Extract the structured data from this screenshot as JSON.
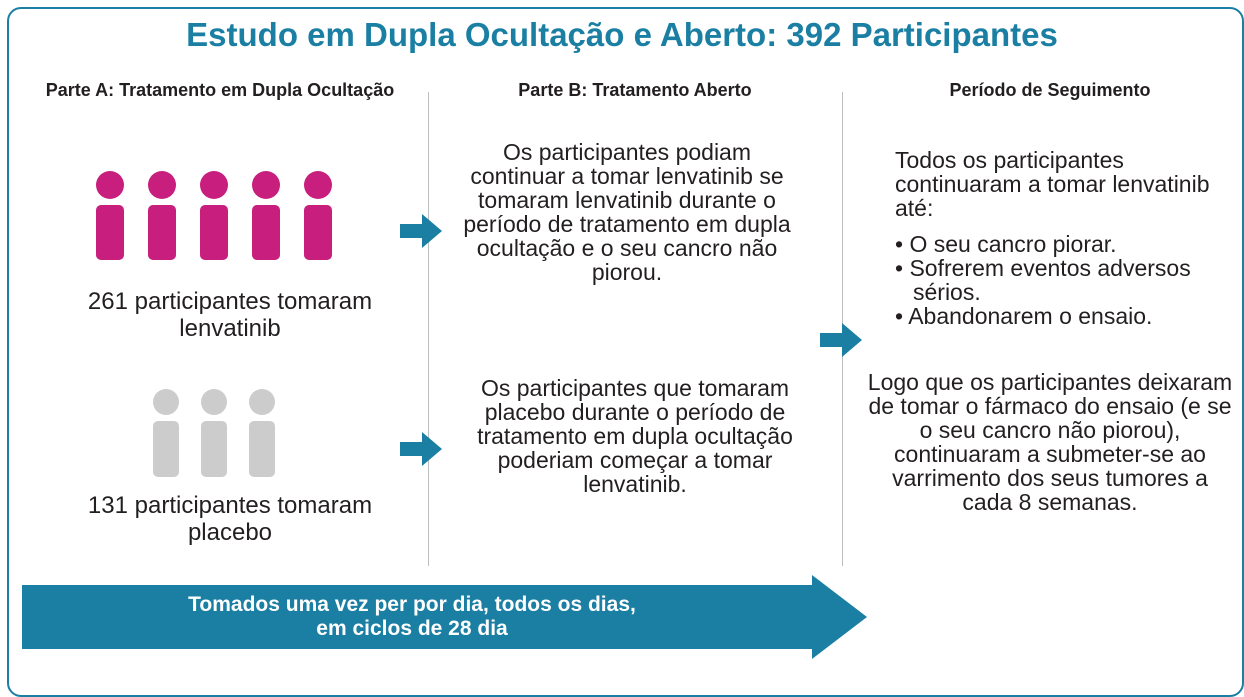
{
  "title": "Estudo em Dupla Ocultação e Aberto: 392 Participantes",
  "columns": {
    "part_a": {
      "heading": "Parte A: Tratamento em Dupla Ocultação",
      "group1_caption": "261 participantes tomaram lenvatinib",
      "group1_color": "#c81e7d",
      "group1_icons": 5,
      "group2_caption": "131 participantes tomaram placebo",
      "group2_color": "#cccccc",
      "group2_icons": 3
    },
    "part_b": {
      "heading": "Parte B: Tratamento Aberto",
      "text1": "Os participantes podiam continuar a tomar lenvatinib se tomaram lenvatinib durante o período de tratamento em dupla ocultação e o seu cancro não piorou.",
      "text2": "Os participantes que tomaram placebo durante o período de tratamento em dupla ocultação poderiam começar a tomar lenvatinib."
    },
    "follow_up": {
      "heading": "Período de Seguimento",
      "intro": "Todos os participantes continuaram a tomar lenvatinib até:",
      "bullets": [
        "O seu cancro piorar.",
        "Sofrerem eventos adversos sérios.",
        "Abandonarem o ensaio."
      ],
      "closing": "Logo que os participantes deixaram de tomar o fármaco do ensaio (e se o seu cancro não piorou), continuaram a submeter-se ao varrimento dos seus tumores a cada 8 semanas."
    }
  },
  "banner": {
    "line1": "Tomados uma vez per por dia, todos os dias,",
    "line2": "em ciclos de 28 dia"
  },
  "colors": {
    "accent": "#1b7fa3",
    "magenta": "#c81e7d",
    "grey": "#cccccc"
  }
}
